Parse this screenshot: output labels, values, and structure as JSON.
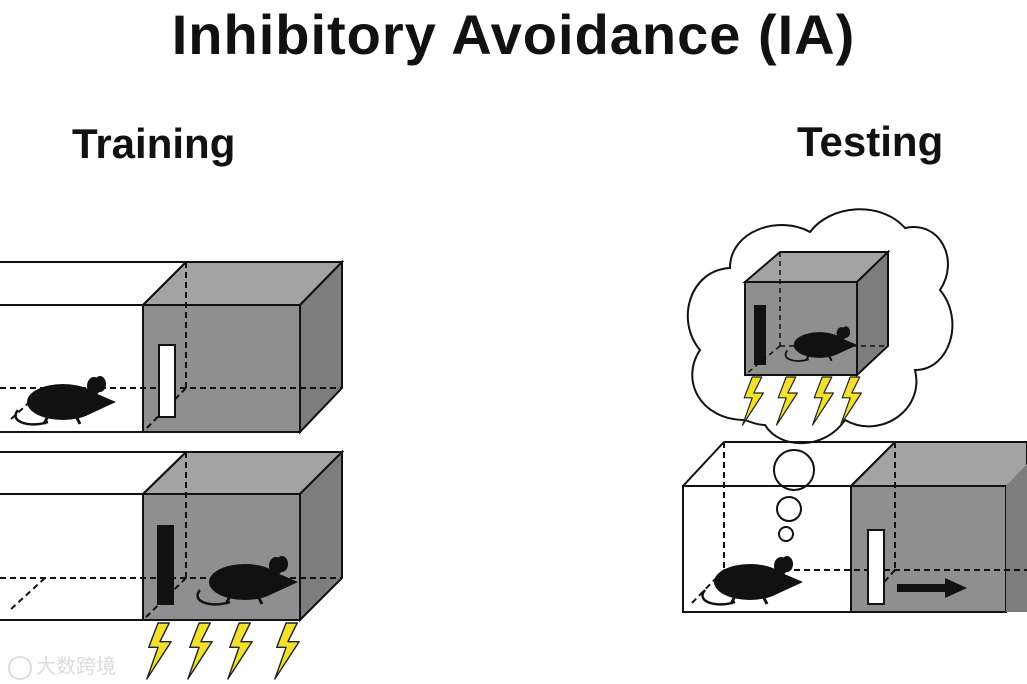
{
  "title": "Inhibitory Avoidance (IA)",
  "sections": {
    "training": "Training",
    "testing": "Testing"
  },
  "watermark": "大数跨境",
  "colors": {
    "dark_box": "#8f8f8f",
    "dark_box_side": "#7d7d7d",
    "dark_box_top": "#a3a3a3",
    "bolt": "#f3e02a",
    "ink": "#111111"
  },
  "icons": [
    "mouse-icon",
    "lightning-bolt-icon",
    "thought-cloud-icon",
    "arrow-right-icon"
  ]
}
